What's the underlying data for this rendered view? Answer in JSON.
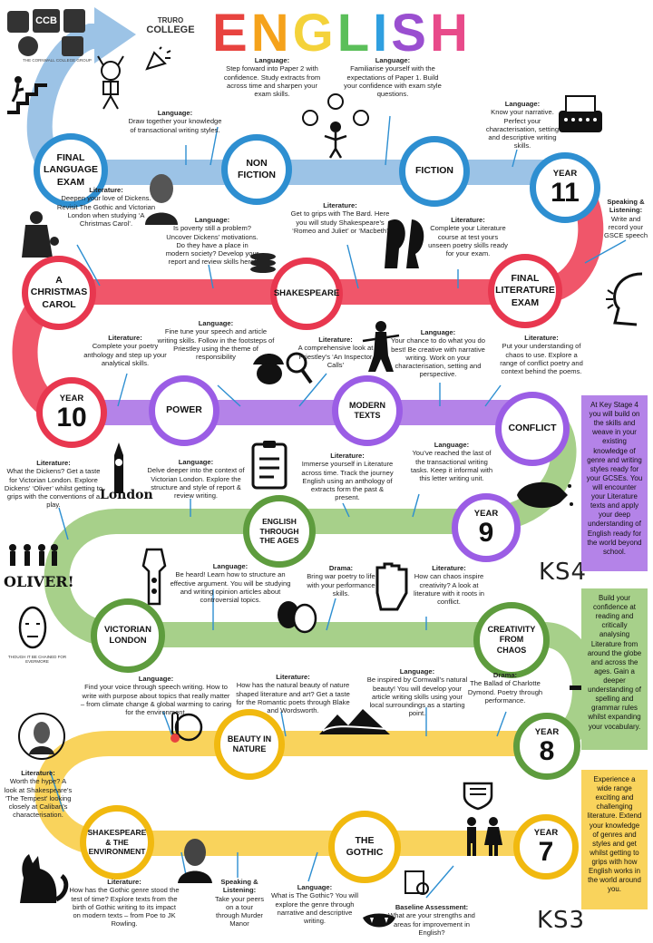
{
  "header": {
    "title_letters": [
      "E",
      "N",
      "G",
      "L",
      "I",
      "S",
      "H"
    ],
    "title_colors": [
      "#e8433f",
      "#f5a21b",
      "#f4d23a",
      "#5bbf5a",
      "#2f9fe0",
      "#9a4fd0",
      "#e84a8a"
    ],
    "logo_ccb": "CCB",
    "logo_truro_1": "TRURO",
    "logo_truro_2": "COLLEGE",
    "logo_group": "THE CORNWALL COLLEGE GROUP",
    "oliver_sign": "OLIVER!",
    "london_sign": "London",
    "mural_caption": "THOUGH IT BE CHAINED FOR EVERMORE"
  },
  "colors": {
    "blue": "#9cc3e6",
    "red": "#f0566a",
    "purple": "#b483e8",
    "green": "#a7d08a",
    "yellow": "#f9d35c"
  },
  "stages": {
    "final_language_exam": "FINAL LANGUAGE EXAM",
    "non_fiction": "NON FICTION",
    "fiction": "FICTION",
    "year11_label": "YEAR",
    "year11_num": "11",
    "a_christmas_carol": "A CHRISTMAS CAROL",
    "shakespeare": "SHAKESPEARE",
    "final_literature_exam": "FINAL LITERATURE EXAM",
    "year10_label": "YEAR",
    "year10_num": "10",
    "power": "POWER",
    "modern_texts": "MODERN TEXTS",
    "conflict": "CONFLICT",
    "english_through_ages": "ENGLISH THROUGH THE AGES",
    "year9_label": "YEAR",
    "year9_num": "9",
    "victorian_london": "VICTORIAN LONDON",
    "creativity_from_chaos": "CREATIVITY FROM CHAOS",
    "beauty_in_nature": "BEAUTY IN NATURE",
    "year8_label": "YEAR",
    "year8_num": "8",
    "shakespeare_environment": "SHAKESPEARE & THE ENVIRONMENT",
    "the_gothic": "THE GOTHIC",
    "year7_label": "YEAR",
    "year7_num": "7"
  },
  "blurbs": {
    "b1": {
      "h": "Language:",
      "t": "Draw together your knowledge of transactional writing styles."
    },
    "b2": {
      "h": "Language:",
      "t": "Step forward into Paper 2 with confidence. Study extracts from across time and sharpen your exam skills."
    },
    "b3": {
      "h": "Language:",
      "t": "Familiarise yourself with the expectations of Paper 1. Build your confidence with exam style questions."
    },
    "b4": {
      "h": "Language:",
      "t": "Know your narrative. Perfect your characterisation, setting and descriptive writing skills."
    },
    "b5": {
      "h": "Speaking & Listening:",
      "t": "Write and record your GSCE speech"
    },
    "b6": {
      "h": "Literature:",
      "t": "Deepen your love of Dickens. Revisit The Gothic and Victorian London when studying ‘A Christmas Carol’."
    },
    "b7": {
      "h": "Language:",
      "t": "Is poverty still a problem? Uncover Dickens’ motivations. Do they have a place in modern society? Develop your report and review skills here!"
    },
    "b8": {
      "h": "Literature:",
      "t": "Get to grips with The Bard. Here you will study Shakespeare’s ‘Romeo and Juliet’ or ‘Macbeth’"
    },
    "b9": {
      "h": "Literature:",
      "t": "Complete your Literature course at test yours unseen poetry skills ready for your exam."
    },
    "b10": {
      "h": "Literature:",
      "t": "Complete your poetry anthology and step up your analytical skills."
    },
    "b11": {
      "h": "Language:",
      "t": "Fine tune your speech and article writing skills. Follow in the footsteps of Priestley using the theme of responsibility"
    },
    "b12": {
      "h": "Literature:",
      "t": "A comprehensive look at Priestley’s ‘An Inspector Calls’"
    },
    "b13": {
      "h": "Language:",
      "t": "Your chance to do what you do best! Be creative with narrative writing. Work on your characterisation, setting and perspective."
    },
    "b14": {
      "h": "Literature:",
      "t": "Put your understanding of chaos to use. Explore a range of conflict poetry and context behind the poems."
    },
    "b15": {
      "h": "Literature:",
      "t": "What the Dickens? Get a taste for Victorian London. Explore Dickens’ ‘Oliver’ whilst getting to grips with the conventions of a play."
    },
    "b16": {
      "h": "Language:",
      "t": "Delve deeper into the context of Victorian London. Explore the structure and style of report & review writing."
    },
    "b17": {
      "h": "Literature:",
      "t": "Immerse yourself in Literature across time. Track the journey English using an anthology of extracts form the past & present."
    },
    "b18": {
      "h": "Language:",
      "t": "You’ve reached the last of the transactional writing tasks. Keep it informal with this letter writing unit."
    },
    "b19": {
      "h": "Language:",
      "t": "Be heard! Learn how to structure an effective argument. You will be studying and writing opinion articles about controversial topics."
    },
    "b20": {
      "h": "Drama:",
      "t": "Bring war poetry to life with your performance skills."
    },
    "b21": {
      "h": "Literature:",
      "t": "How can chaos inspire creativity? A look at literature with it roots in conflict."
    },
    "b22": {
      "h": "Language:",
      "t": "Find your voice through speech writing. How to write with purpose about topics that really matter – from climate change & global warming to caring for the environment."
    },
    "b23": {
      "h": "Literature:",
      "t": "How has the natural beauty of nature shaped literature and art? Get a taste for the Romantic poets through Blake and Wordsworth."
    },
    "b24": {
      "h": "Language:",
      "t": "Be inspired by Cornwall’s natural beauty! You will develop your article writing skills using your local surroundings as a starting point."
    },
    "b25": {
      "h": "Drama:",
      "t": "The Ballad of Charlotte Dymond. Poetry through performance."
    },
    "b26": {
      "h": "Literature:",
      "t": "Worth the hype? A look at Shakespeare’s ‘The Tempest’ looking closely at Caliban’s characterisation."
    },
    "b27": {
      "h": "Literature:",
      "t": "How has the Gothic genre stood the test of time? Explore texts from the birth of Gothic writing to its impact on modern texts – from Poe to JK Rowling."
    },
    "b28": {
      "h": "Speaking & Listening:",
      "t": "Take your peers on a tour through Murder Manor"
    },
    "b29": {
      "h": "Language:",
      "t": "What is The Gothic? You will explore the genre through narrative and descriptive writing."
    },
    "b30": {
      "h": "Baseline Assessment:",
      "t": "What are your strengths and areas for improvement in English?"
    }
  },
  "side_panels": {
    "ks4": "At Key Stage 4 you will build on the skills and weave in your existing knowledge of genre and writing styles ready for your GCSEs. You will encounter your Literature texts and apply your deep understanding of English ready for the world beyond school.",
    "ks4_mid": "Build your confidence at reading and critically analysing Literature from around the globe and across the ages. Gain a deeper understanding of spelling and grammar rules whilst expanding your vocabulary.",
    "ks3": "Experience a wide range exciting and challenging literature. Extend your knowledge of genres and styles and get whilst getting to grips with how English works in the world around you."
  },
  "key_stages": {
    "ks4": "KS4",
    "ks3": "KS3"
  }
}
